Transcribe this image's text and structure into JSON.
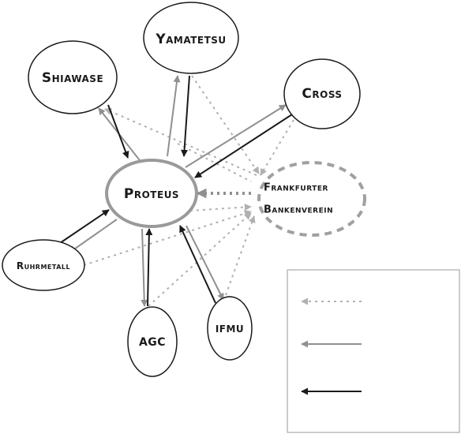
{
  "nodes": {
    "yamatetsu": "Yamatetsu",
    "shiawase": "Shiawase",
    "cross": "Cross",
    "proteus": "Proteus",
    "frankfurter_line1": "Frankfurter",
    "frankfurter_line2": "Bankenverein",
    "ruhrmetall": "Ruhrmetall",
    "agc": "AGC",
    "ifmu": "IFMU"
  },
  "colors": {
    "dark": "#1a1a1a",
    "gray": "#909090",
    "light": "#b0b0b0",
    "proteus_ring": "#9a9a9a",
    "frankfurter_ring": "#a0a0a0"
  },
  "legend": {
    "rows": [
      {
        "style": "dotted",
        "icon": "dotted-arrow-icon"
      },
      {
        "style": "gray",
        "icon": "gray-arrow-icon"
      },
      {
        "style": "black",
        "icon": "black-arrow-icon"
      }
    ]
  }
}
